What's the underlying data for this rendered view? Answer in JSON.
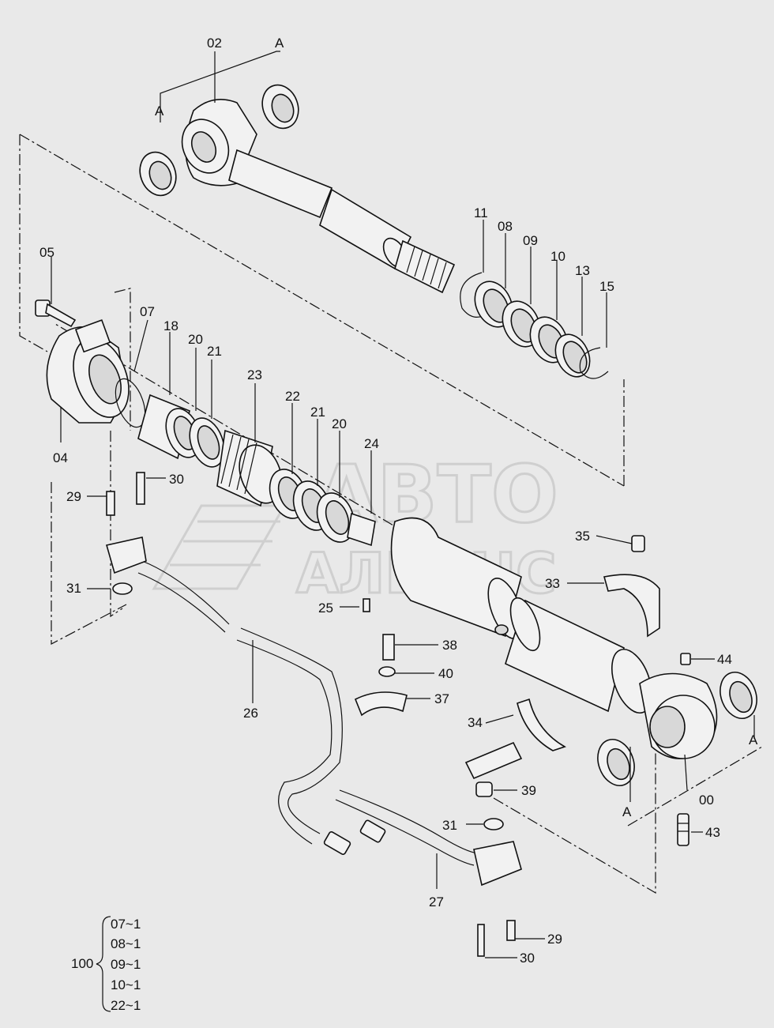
{
  "watermark": {
    "line1": "АВТО",
    "line2": "АЛЬЯНС"
  },
  "colors": {
    "background": "#e9e9e9",
    "line": "#111111",
    "watermark": "#cfcfcf"
  },
  "labels": {
    "l02": "02",
    "lA_top": "A",
    "lA_left": "A",
    "lA_right": "A",
    "lA_bottom": "A",
    "l05": "05",
    "l04": "04",
    "l07": "07",
    "l18": "18",
    "l20a": "20",
    "l21a": "21",
    "l23": "23",
    "l22": "22",
    "l21b": "21",
    "l20b": "20",
    "l24": "24",
    "l11": "11",
    "l08": "08",
    "l09": "09",
    "l10": "10",
    "l13": "13",
    "l15": "15",
    "l29a": "29",
    "l30a": "30",
    "l31a": "31",
    "l25": "25",
    "l26": "26",
    "l35": "35",
    "l33": "33",
    "l38": "38",
    "l40": "40",
    "l37": "37",
    "l44": "44",
    "l34": "34",
    "l39": "39",
    "l00": "00",
    "l43": "43",
    "l31b": "31",
    "l27": "27",
    "l29b": "29",
    "l30b": "30"
  },
  "legend": {
    "group_label": "100",
    "items": [
      "07~1",
      "08~1",
      "09~1",
      "10~1",
      "22~1"
    ]
  }
}
